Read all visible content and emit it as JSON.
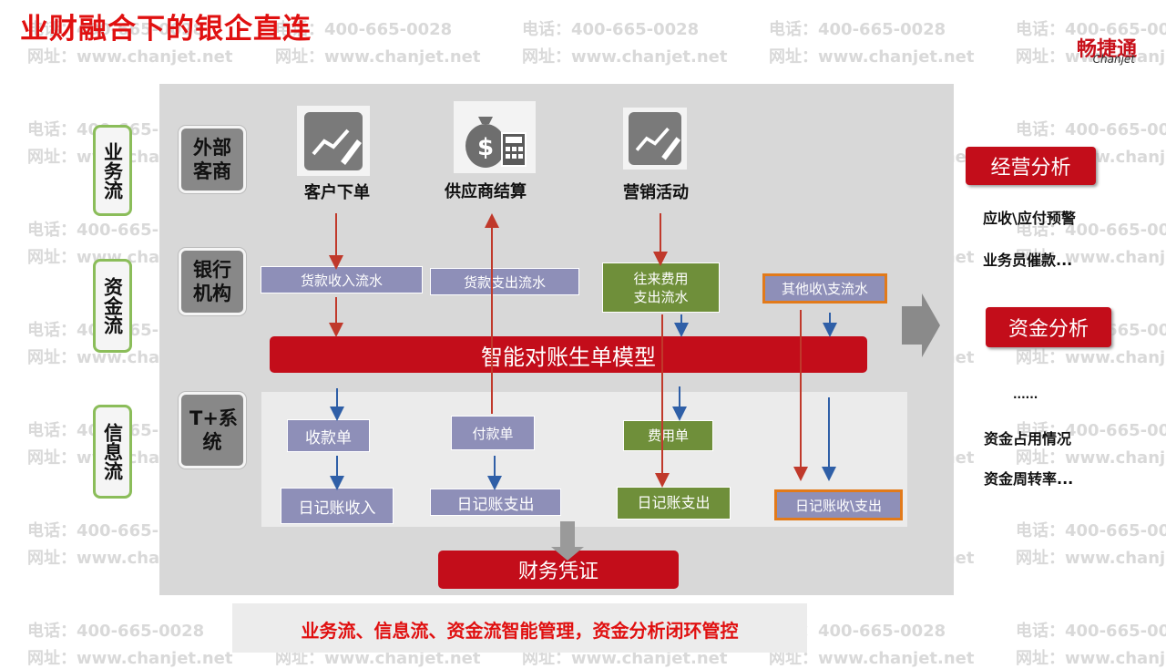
{
  "title": "业财融合下的银企直连",
  "logo": {
    "cn": "畅捷通",
    "en": "Chanjet"
  },
  "watermark": {
    "phone": "电话：400-665-0028",
    "site": "网址：www.chanjet.net"
  },
  "flows": {
    "business": "业务流",
    "capital": "资金流",
    "info": "信息流"
  },
  "rows": {
    "external": "外部客商",
    "bank": "银行机构",
    "tplus": "T+系统"
  },
  "business_items": {
    "order": "客户下单",
    "supplier": "供应商结算",
    "marketing": "营销活动"
  },
  "bank_items": {
    "receipt": "货款收入流水",
    "payment": "货款支出流水",
    "expense": "往来费用\n支出流水",
    "other": "其他收\\支流水"
  },
  "model": "智能对账生单模型",
  "system_items": {
    "receipt_doc": "收款单",
    "payment_doc": "付款单",
    "expense_doc": "费用单",
    "journal_in": "日记账收入",
    "journal_out": "日记账支出",
    "journal_exp": "日记账支出",
    "journal_other": "日记账收\\支出"
  },
  "voucher": "财务凭证",
  "right": {
    "ops_title": "经营分析",
    "ops_items": [
      "应收\\应付预警",
      "业务员催款..."
    ],
    "fund_title": "资金分析",
    "ellipsis": "......",
    "fund_items": [
      "资金占用情况",
      "资金周转率..."
    ]
  },
  "bottom": "业务流、信息流、资金流智能管理，资金分析闭环管控",
  "colors": {
    "red": "#c30d1a",
    "green": "#6f8f3a",
    "purple": "#8e8fb8",
    "orange": "#e27a1a",
    "arrow_red": "#c0392b",
    "arrow_blue": "#2f5fa7"
  }
}
